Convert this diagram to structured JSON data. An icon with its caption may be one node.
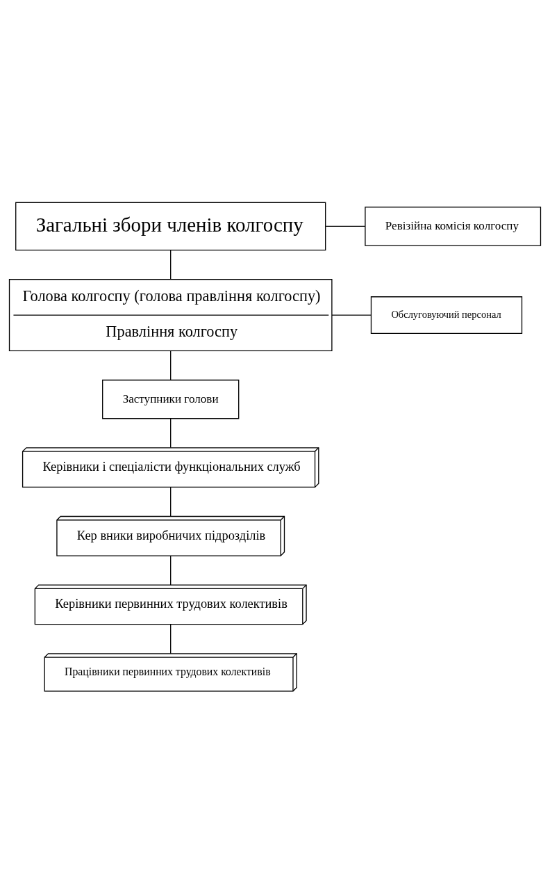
{
  "diagram": {
    "nodes": [
      {
        "text": [
          "Загальні збори членів колгоспу"
        ]
      },
      {
        "text": [
          "Ревізійна комісія колгоспу"
        ]
      },
      {
        "text": [
          "Голова колгоспу (голова правління колгоспу)",
          "Правління колгоспу"
        ]
      },
      {
        "text": [
          "Обслуговуючий персонал"
        ]
      },
      {
        "text": [
          "Заступники голови"
        ]
      },
      {
        "text": [
          "Керівники і спеціалісти функціональних служб"
        ]
      },
      {
        "text": [
          "Кер вники виробничих підрозділів"
        ]
      },
      {
        "text": [
          "Керівники первинних трудових колективів"
        ]
      },
      {
        "text": [
          "Працівники первинних трудових колективів"
        ]
      }
    ],
    "edges": [
      {
        "from": 0,
        "to": 1,
        "arrow": "none"
      },
      {
        "from": 0,
        "to": 2,
        "arrow": "none"
      },
      {
        "from": 2,
        "to": 3,
        "arrow": "none"
      },
      {
        "from": 2,
        "to": 4,
        "arrow": "none"
      },
      {
        "from": 4,
        "to": 5,
        "arrow": "none"
      },
      {
        "from": 5,
        "to": 6,
        "arrow": "none"
      },
      {
        "from": 6,
        "to": 7,
        "arrow": "none"
      },
      {
        "from": 7,
        "to": 8,
        "arrow": "none"
      }
    ]
  }
}
